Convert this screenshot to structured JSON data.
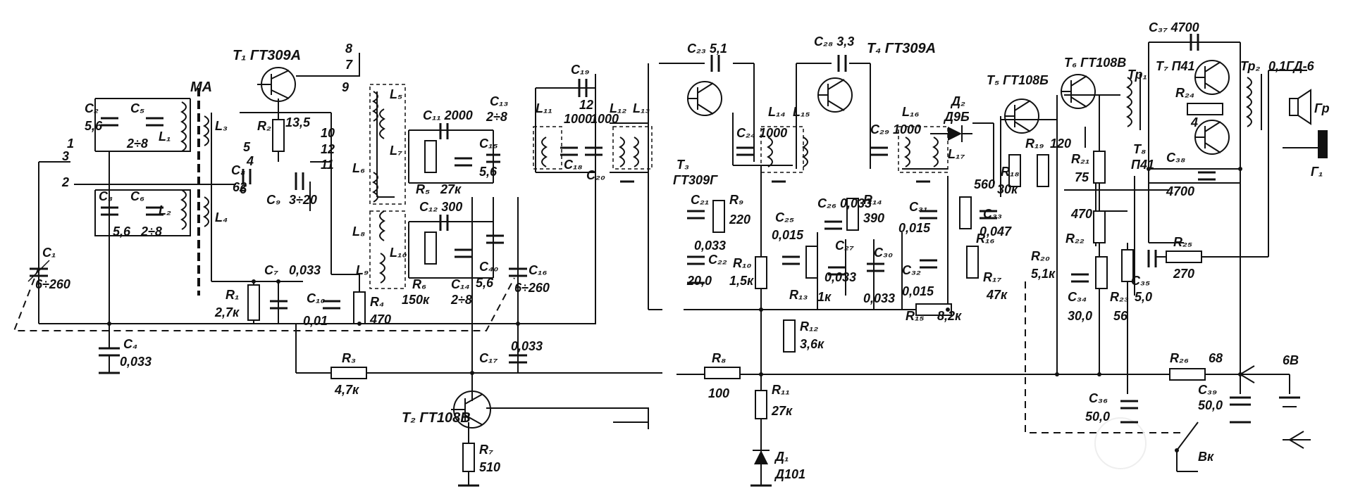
{
  "transistors": {
    "t1": "T₁ ГТ309А",
    "t2": "T₂ ГТ108В",
    "t3a": "T₃",
    "t3b": "ГТ309Г",
    "t4": "T₄ ГТ309А",
    "t5": "T₅ ГТ108Б",
    "t6": "T₆ ГТ108В",
    "t7": "T₇ П41",
    "t8a": "T₈",
    "t8b": "П41"
  },
  "capacitors": {
    "c1": "C₁",
    "c1v": "6÷260",
    "c2": "C₂",
    "c2v": "5,6",
    "c3": "C₃",
    "c3v": "5,6",
    "c4": "C₄",
    "c4v": "0,033",
    "c5": "C₅",
    "c5v": "2÷8",
    "c6": "C₆",
    "c6v": "2÷8",
    "c7": "C₇",
    "c7v": "0,033",
    "c8": "C₈",
    "c8v": "62",
    "c9": "C₉",
    "c9v": "3÷20",
    "c10": "C₁₀",
    "c10v": "0,01",
    "c11": "C₁₁ 2000",
    "c12": "C₁₂ 300",
    "c13": "C₁₃",
    "c13v": "2÷8",
    "c14": "C₁₄",
    "c14v": "2÷8",
    "c15": "C₁₅",
    "c15v": "5,6",
    "c16": "C₁₆",
    "c16v": "6÷260",
    "c17": "C₁₇",
    "c17v": "0,033",
    "c18": "C₁₈",
    "c18v": "1000",
    "c19": "C₁₉",
    "c19v": "12",
    "c20": "C₂₀",
    "c20v": "1000",
    "c21": "C₂₁",
    "c21v": "0,033",
    "c22": "C₂₂",
    "c22v": "20,0",
    "c23": "C₂₃ 5,1",
    "c24": "C₂₄ 1000",
    "c25": "C₂₅",
    "c25v": "0,015",
    "c26": "C₂₆ 0,033",
    "c27": "C₂₇",
    "c27v": "0,033",
    "c28": "C₂₈ 3,3",
    "c29": "C₂₉ 1000",
    "c30": "C₃₀",
    "c30v": "0,033",
    "c31": "C₃₁",
    "c31v": "0,015",
    "c32": "C₃₂",
    "c32v": "0,015",
    "c33": "C₃₃",
    "c33v": "0,047",
    "c34": "C₃₄",
    "c34v": "30,0",
    "c35": "C₃₅",
    "c35v": "5,0",
    "c36": "C₃₆",
    "c36v": "50,0",
    "c37": "C₃₇ 4700",
    "c38": "C₃₈",
    "c38v": "4700",
    "c39": "C₃₉",
    "c39v": "50,0",
    "c40": "C₄₀",
    "c40v": "5,6"
  },
  "resistors": {
    "r1": "R₁",
    "r1v": "2,7к",
    "r2": "R₂",
    "r2v": "13,5",
    "r3": "R₃",
    "r3v": "4,7к",
    "r4": "R₄",
    "r4v": "470",
    "r5": "R₅",
    "r5v": "27к",
    "r6": "R₆",
    "r6v": "150к",
    "r7": "R₇",
    "r7v": "510",
    "r8": "R₈",
    "r8v": "100",
    "r9": "R₉",
    "r9v": "220",
    "r10": "R₁₀",
    "r10v": "1,5к",
    "r11": "R₁₁",
    "r11v": "27к",
    "r12": "R₁₂",
    "r12v": "3,6к",
    "r13": "R₁₃",
    "r13v": "1к",
    "r14": "R₁₄",
    "r14v": "390",
    "r15": "R₁₅",
    "r15v": "8,2к",
    "r16": "R₁₆",
    "r16v": "560",
    "r17": "R₁₇",
    "r17v": "47к",
    "r18": "R₁₈",
    "r18v": "30к",
    "r19": "R₁₉",
    "r19v": "120",
    "r20": "R₂₀",
    "r20v": "5,1к",
    "r21": "R₂₁",
    "r21v": "75",
    "r22": "R₂₂",
    "r22v": "470",
    "r23": "R₂₃",
    "r23v": "56",
    "r24": "R₂₄",
    "r24v": "4",
    "r25": "R₂₅",
    "r25v": "270",
    "r26": "R₂₆",
    "r26v": "68"
  },
  "inductors": {
    "l1": "L₁",
    "l2": "L₂",
    "l3": "L₃",
    "l4": "L₄",
    "l5": "L₅",
    "l6": "L₆",
    "l7": "L₇",
    "l8": "L₈",
    "l9": "L₉",
    "l10": "L₁₀",
    "l11": "L₁₁",
    "l12": "L₁₂",
    "l13": "L₁₃",
    "l14": "L₁₄",
    "l15": "L₁₅",
    "l16": "L₁₆",
    "l17": "L₁₇"
  },
  "other": {
    "ma": "МА",
    "d1": "Д₁",
    "d1v": "Д101",
    "d2": "Д₂",
    "d2v": "Д9Б",
    "tr1": "Тр₁",
    "tr2": "Тр₂",
    "speaker_type": "0,1ГД-6",
    "speaker": "Гр",
    "g1": "Г₁",
    "switch": "Вк",
    "battery": "6В"
  },
  "pins": [
    "1",
    "2",
    "3",
    "4",
    "5",
    "6",
    "7",
    "8",
    "9",
    "10",
    "11",
    "12"
  ]
}
